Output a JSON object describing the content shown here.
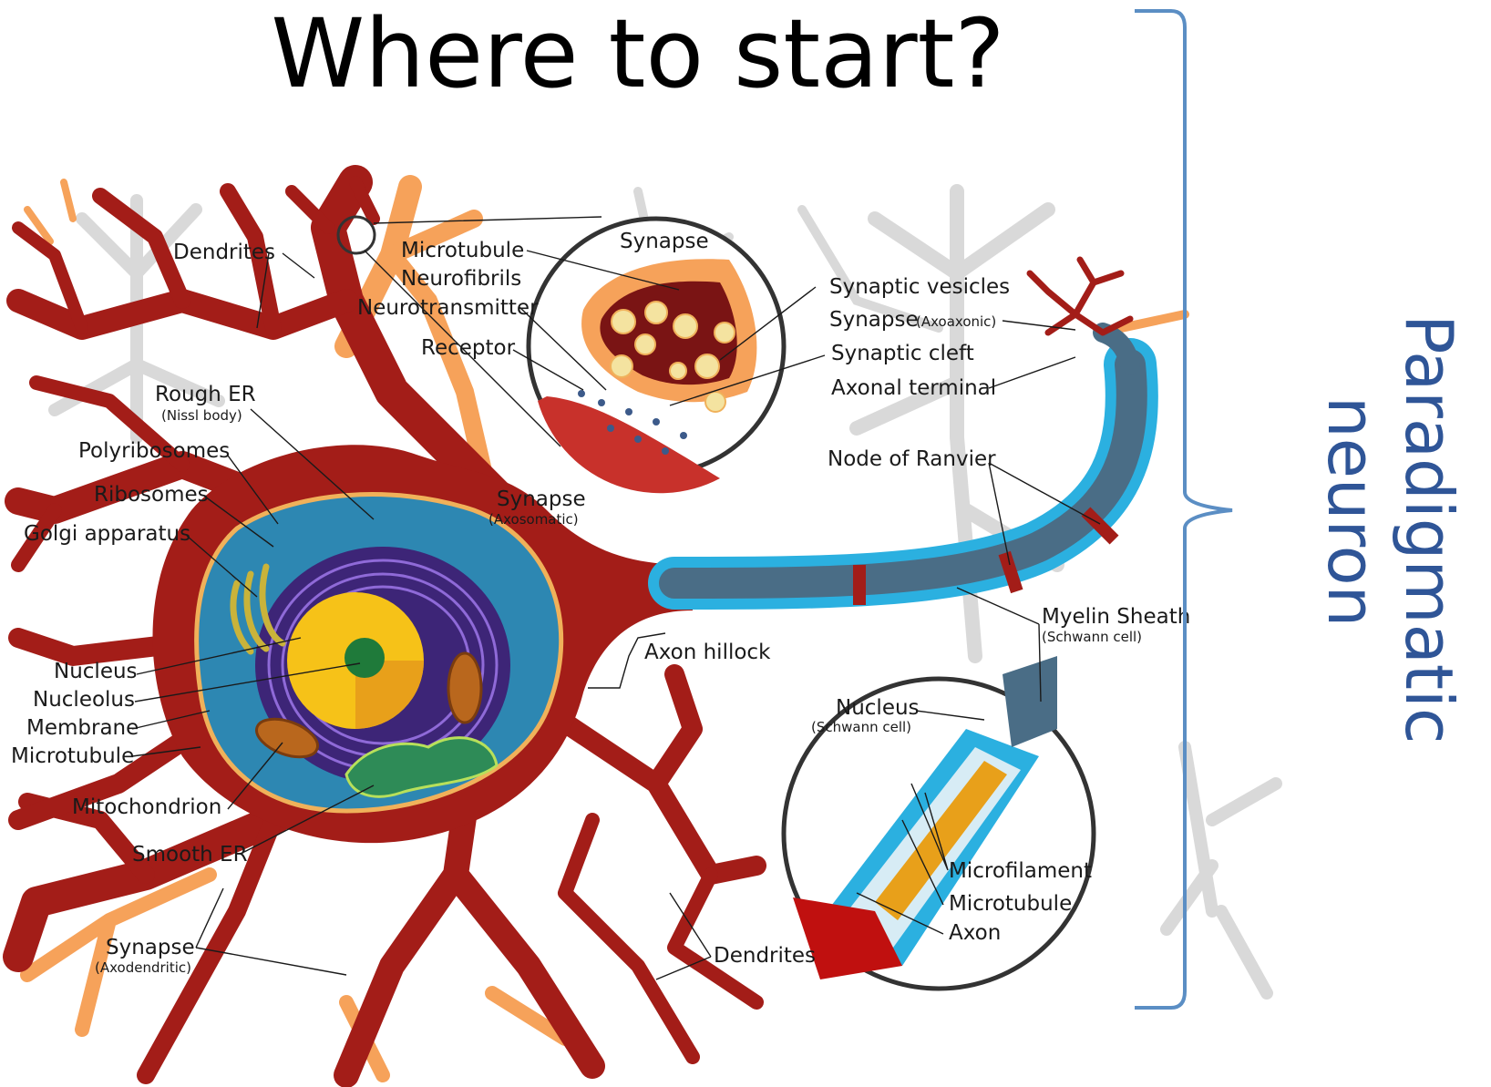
{
  "title": "Where to start?",
  "side_caption": {
    "line1": "Paradigmatic",
    "line2": "neuron"
  },
  "colors": {
    "neuron_body": "#a31d18",
    "nucleus_envelope": "#3d2577",
    "cytoplasm": "#2d87b2",
    "myelin": "#2bb0e0",
    "axon_core": "#4a6d86",
    "terminal": "#f6a25a",
    "background_cells": "#d8d8d8",
    "bracket": "#5b8ec4",
    "caption": "#2f5597"
  },
  "labels": {
    "dendrites_top": "Dendrites",
    "microtubule_top": "Microtubule",
    "neurofibrils": "Neurofibrils",
    "neurotransmitter": "Neurotransmitter",
    "receptor": "Receptor",
    "synapse_zoom": "Synapse",
    "synaptic_vesicles": "Synaptic vesicles",
    "synapse_axoaxonic": "Synapse",
    "synapse_axoaxonic_sub": "(Axoaxonic)",
    "synaptic_cleft": "Synaptic cleft",
    "axonal_terminal": "Axonal terminal",
    "rough_er": "Rough ER",
    "rough_er_sub": "(Nissl body)",
    "polyribosomes": "Polyribosomes",
    "ribosomes": "Ribosomes",
    "golgi": "Golgi apparatus",
    "synapse_axosomatic": "Synapse",
    "synapse_axosomatic_sub": "(Axosomatic)",
    "node_of_ranvier": "Node of Ranvier",
    "myelin_sheath": "Myelin Sheath",
    "myelin_sheath_sub": "(Schwann cell)",
    "axon_hillock": "Axon hillock",
    "nucleus": "Nucleus",
    "nucleolus": "Nucleolus",
    "membrane": "Membrane",
    "microtubule_left": "Microtubule",
    "mitochondrion": "Mitochondrion",
    "smooth_er": "Smooth ER",
    "nucleus_schwann": "Nucleus",
    "nucleus_schwann_sub": "(Schwann cell)",
    "microfilament": "Microfilament",
    "microtubule_zoom": "Microtubule",
    "axon": "Axon",
    "synapse_axodendritic": "Synapse",
    "synapse_axodendritic_sub": "(Axodendritic)",
    "dendrites_bottom": "Dendrites"
  }
}
